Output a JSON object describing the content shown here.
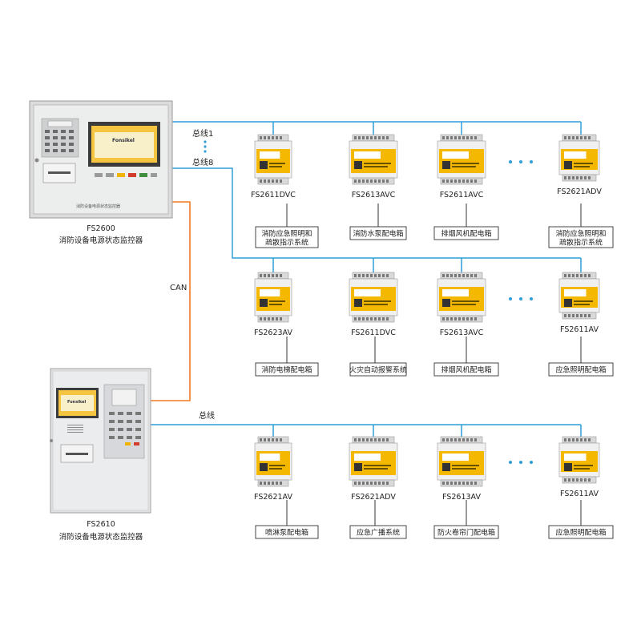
{
  "colors": {
    "bus_line": "#2e9fd8",
    "can_line": "#f07a22",
    "module_yellow": "#f5b800",
    "panel_grey": "#e2e3e5",
    "box_border": "#333333"
  },
  "controllers": [
    {
      "model": "FS2600",
      "desc": "消防设备电源状态监控器",
      "panel_text": "消防设备电源状态监控器"
    },
    {
      "model": "FS2610",
      "desc": "消防设备电源状态监控器"
    }
  ],
  "bus_labels": {
    "bus1": "总线1",
    "bus8": "总线8",
    "bus": "总线",
    "can": "CAN"
  },
  "rows": [
    {
      "modules": [
        {
          "model": "FS2611DVC",
          "system": [
            "消防应急照明和",
            "疏散指示系统"
          ]
        },
        {
          "model": "FS2613AVC",
          "system": [
            "消防水泵配电箱"
          ]
        },
        {
          "model": "FS2611AVC",
          "system": [
            "排烟风机配电箱"
          ]
        },
        {
          "model": "FS2621ADV",
          "system": [
            "消防应急照明和",
            "疏散指示系统"
          ]
        }
      ]
    },
    {
      "modules": [
        {
          "model": "FS2623AV",
          "system": [
            "消防电梯配电箱"
          ]
        },
        {
          "model": "FS2611DVC",
          "system": [
            "火灾自动报警系统"
          ]
        },
        {
          "model": "FS2613AVC",
          "system": [
            "排烟风机配电箱"
          ]
        },
        {
          "model": "FS2611AV",
          "system": [
            "应急照明配电箱"
          ]
        }
      ]
    },
    {
      "modules": [
        {
          "model": "FS2621AV",
          "system": [
            "喷淋泵配电箱"
          ]
        },
        {
          "model": "FS2621ADV",
          "system": [
            "应急广播系统"
          ]
        },
        {
          "model": "FS2613AV",
          "system": [
            "防火卷帘门配电箱"
          ]
        },
        {
          "model": "FS2611AV",
          "system": [
            "应急照明配电箱"
          ]
        }
      ]
    }
  ]
}
